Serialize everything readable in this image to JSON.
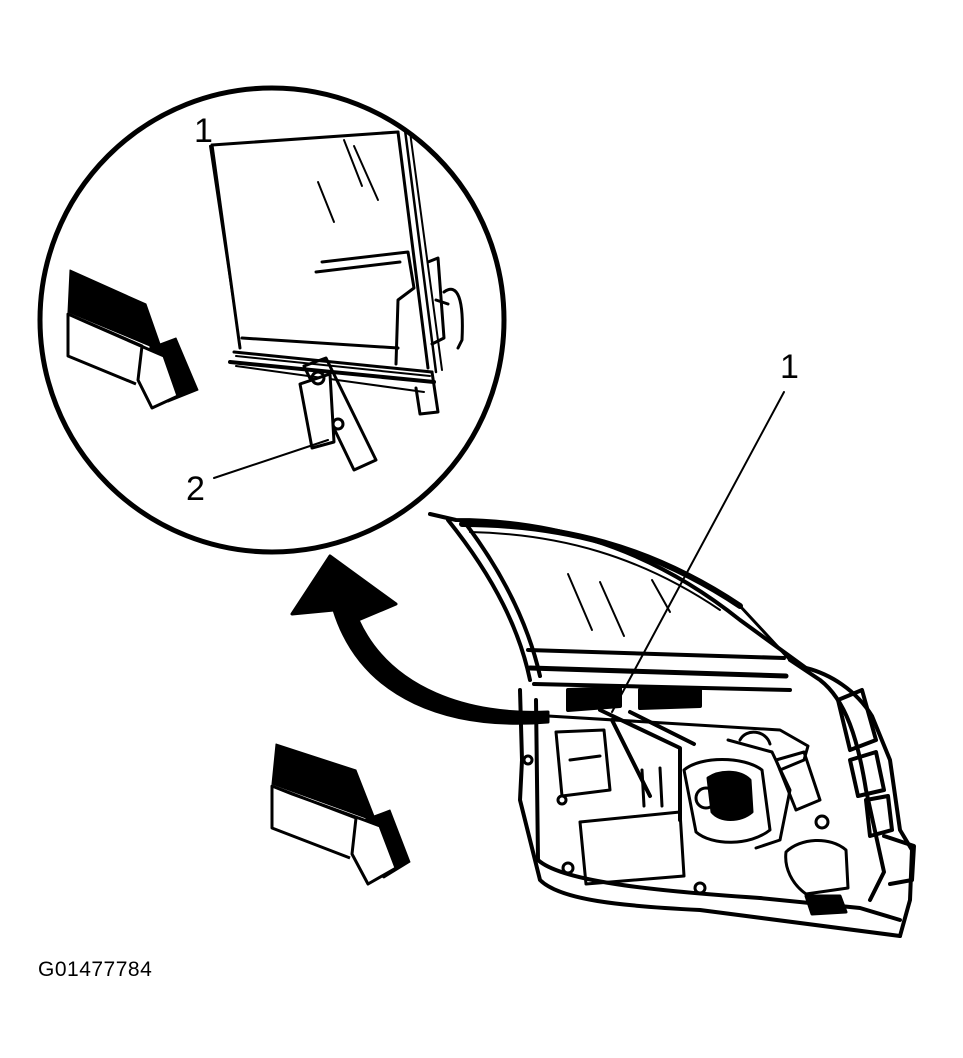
{
  "diagram": {
    "detail_view": {
      "callouts": [
        {
          "label": "1"
        },
        {
          "label": "2"
        }
      ]
    },
    "door_view": {
      "callouts": [
        {
          "label": "1"
        }
      ]
    },
    "figure_id": "G01477784",
    "colors": {
      "ink": "#000000",
      "paper": "#ffffff"
    },
    "icons": [
      "direction-arrow-icon",
      "magnify-arrow-icon"
    ]
  }
}
